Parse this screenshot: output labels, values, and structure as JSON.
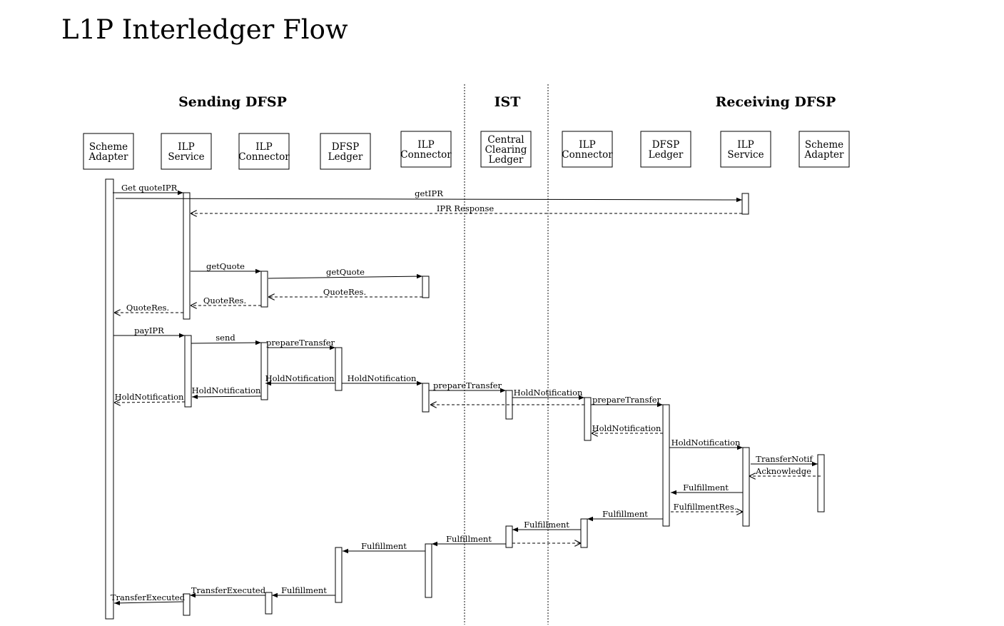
{
  "title": "L1P Interledger Flow",
  "sections": {
    "sending": "Sending DFSP",
    "ist": "IST",
    "receiving": "Receiving DFSP"
  },
  "participants": [
    {
      "id": "sa1",
      "lines": [
        "Scheme",
        "Adapter"
      ]
    },
    {
      "id": "ilps1",
      "lines": [
        "ILP",
        "Service"
      ]
    },
    {
      "id": "ilpc1",
      "lines": [
        "ILP",
        "Connector"
      ]
    },
    {
      "id": "dl1",
      "lines": [
        "DFSP",
        "Ledger"
      ]
    },
    {
      "id": "ilpc2",
      "lines": [
        "ILP",
        "Connector"
      ]
    },
    {
      "id": "ccl",
      "lines": [
        "Central",
        "Clearing",
        "Ledger"
      ]
    },
    {
      "id": "ilpc3",
      "lines": [
        "ILP",
        "Connector"
      ]
    },
    {
      "id": "dl2",
      "lines": [
        "DFSP",
        "Ledger"
      ]
    },
    {
      "id": "ilps2",
      "lines": [
        "ILP",
        "Service"
      ]
    },
    {
      "id": "sa2",
      "lines": [
        "Scheme",
        "Adapter"
      ]
    }
  ],
  "messages": [
    "Get quoteIPR",
    "getIPR",
    "IPR Response",
    "getQuote",
    "getQuote",
    "QuoteRes.",
    "QuoteRes.",
    "QuoteRes.",
    "payIPR",
    "send",
    "prepareTransfer",
    "HoldNotification",
    "HoldNotification",
    "HoldNotification",
    "HoldNotification",
    "prepareTransfer",
    "HoldNotification",
    "prepareTransfer",
    "HoldNotification",
    "HoldNotification",
    "TransferNotif",
    "Acknowledge",
    "Fulfillment",
    "FulfillmentRes.",
    "Fulfillment",
    "Fulfillment",
    "Fulfillment",
    "Fulfillment",
    "Fulfillment",
    "TransferExecuted",
    "TransferExecuted"
  ]
}
